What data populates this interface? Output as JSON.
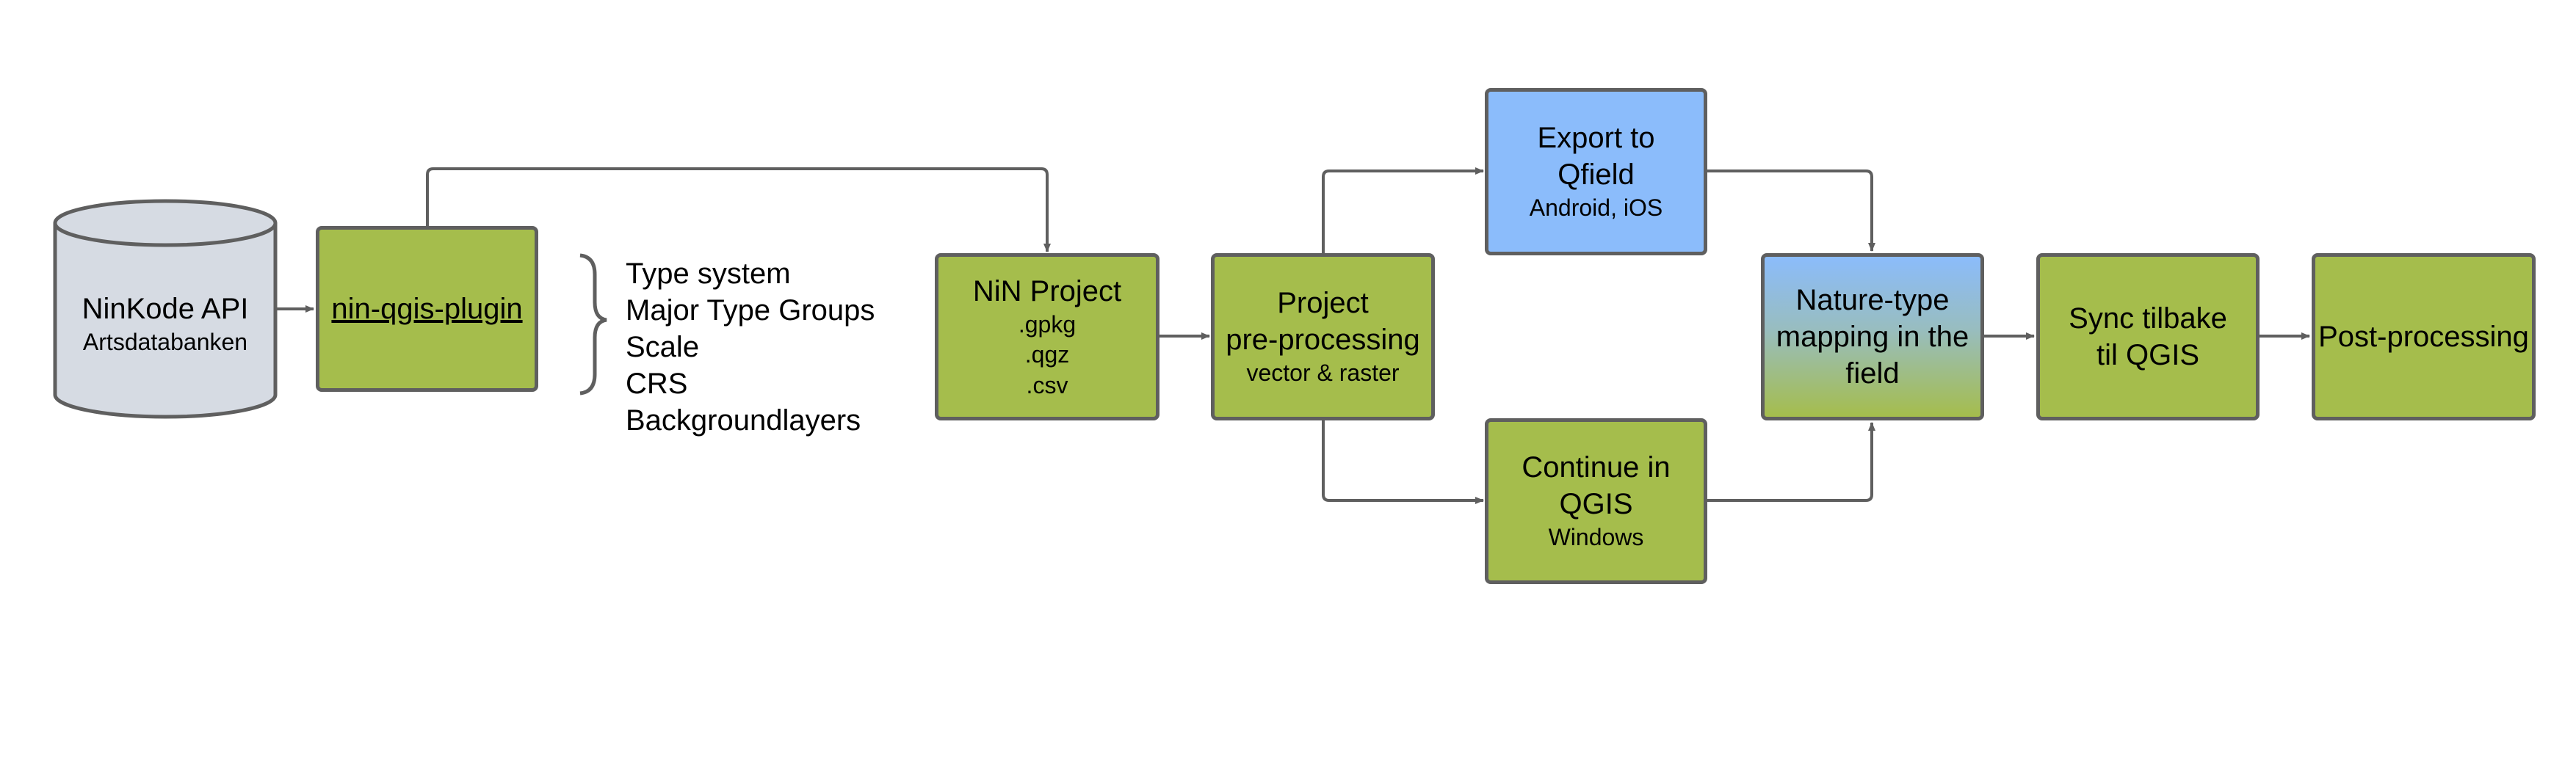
{
  "database": {
    "title": "NinKode API",
    "subtitle": "Artsdatabanken"
  },
  "plugin": {
    "label": "nin-qgis-plugin"
  },
  "parameters": [
    "Type system",
    "Major Type Groups",
    "Scale",
    "CRS",
    "Backgroundlayers"
  ],
  "project": {
    "title": "NiN Project",
    "formats": [
      ".gpkg",
      ".qgz",
      ".csv"
    ]
  },
  "preprocessing": {
    "title_line1": "Project",
    "title_line2": "pre-processing",
    "subtitle": "vector & raster"
  },
  "export": {
    "title_line1": "Export to",
    "title_line2": "Qfield",
    "subtitle": "Android, iOS"
  },
  "continue": {
    "title_line1": "Continue in",
    "title_line2": "QGIS",
    "subtitle": "Windows"
  },
  "mapping": {
    "line1": "Nature-type",
    "line2": "mapping in the",
    "line3": "field"
  },
  "sync": {
    "line1": "Sync tilbake",
    "line2": "til QGIS"
  },
  "postprocessing": {
    "label": "Post-processing"
  },
  "colors": {
    "green": "#a5bd4c",
    "blue": "#8bbcfb",
    "stroke": "#5f5f5f",
    "database": "#d6dbe3"
  }
}
